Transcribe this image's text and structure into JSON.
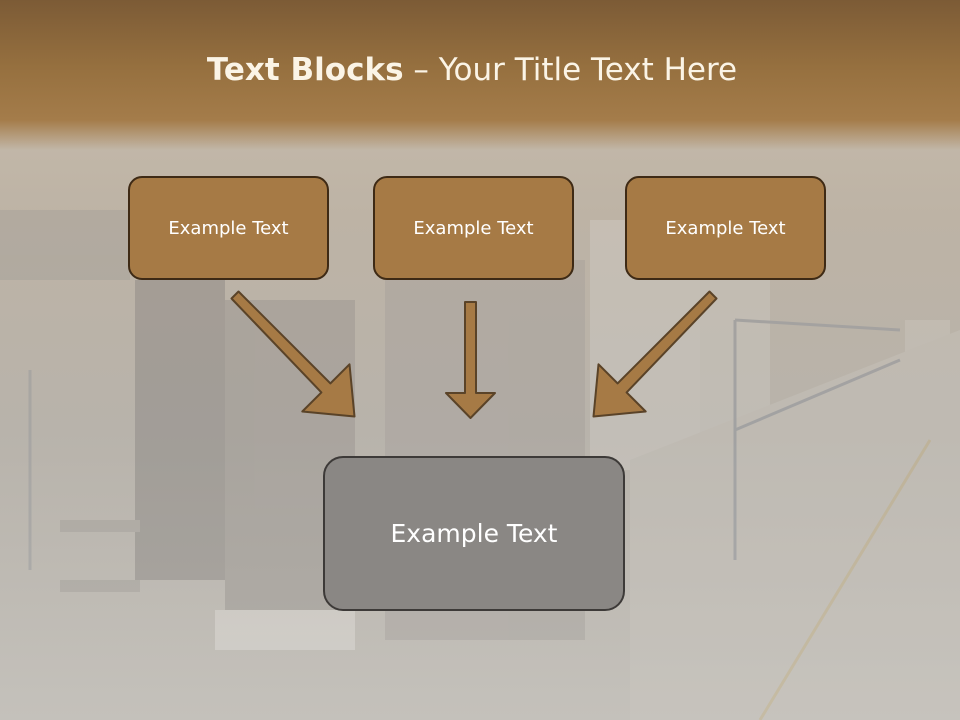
{
  "slide": {
    "title_bold": "Text Blocks",
    "title_rest": " – Your Title Text Here",
    "blocks": [
      {
        "label": "Example Text"
      },
      {
        "label": "Example Text"
      },
      {
        "label": "Example Text"
      }
    ],
    "main_block": {
      "label": "Example Text"
    }
  },
  "colors": {
    "header": "#96703f",
    "block_fill": "#a67a45",
    "block_border": "#3e2a15",
    "main_fill": "#8a8784",
    "arrow_fill": "#a67a45",
    "title_text": "#fbf4e6"
  }
}
